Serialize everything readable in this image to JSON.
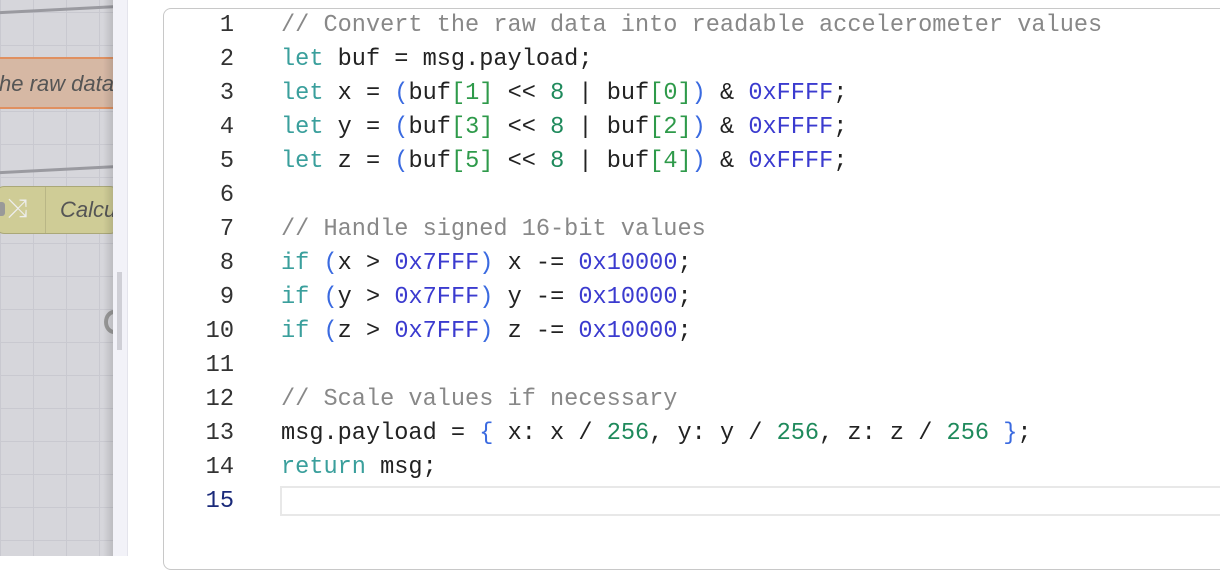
{
  "canvas": {
    "comment_node_label": "Convert the raw data",
    "function_node_label": "Calculate",
    "function_node_icon": "shuffle-icon"
  },
  "editor": {
    "active_line": 15,
    "lines": [
      {
        "num": "1",
        "tokens": [
          {
            "t": "// Convert the raw data into readable accelerometer values",
            "c": "cm"
          }
        ]
      },
      {
        "num": "2",
        "tokens": [
          {
            "t": "let",
            "c": "kw"
          },
          {
            "t": " buf = msg.payload;",
            "c": ""
          }
        ]
      },
      {
        "num": "3",
        "tokens": [
          {
            "t": "let",
            "c": "kw"
          },
          {
            "t": " x = ",
            "c": ""
          },
          {
            "t": "(",
            "c": "br"
          },
          {
            "t": "buf",
            "c": ""
          },
          {
            "t": "[1]",
            "c": "idx"
          },
          {
            "t": " << ",
            "c": ""
          },
          {
            "t": "8",
            "c": "num"
          },
          {
            "t": " | buf",
            "c": ""
          },
          {
            "t": "[0]",
            "c": "idx"
          },
          {
            "t": ")",
            "c": "br"
          },
          {
            "t": " & ",
            "c": ""
          },
          {
            "t": "0xFFFF",
            "c": "hex"
          },
          {
            "t": ";",
            "c": ""
          }
        ]
      },
      {
        "num": "4",
        "tokens": [
          {
            "t": "let",
            "c": "kw"
          },
          {
            "t": " y = ",
            "c": ""
          },
          {
            "t": "(",
            "c": "br"
          },
          {
            "t": "buf",
            "c": ""
          },
          {
            "t": "[3]",
            "c": "idx"
          },
          {
            "t": " << ",
            "c": ""
          },
          {
            "t": "8",
            "c": "num"
          },
          {
            "t": " | buf",
            "c": ""
          },
          {
            "t": "[2]",
            "c": "idx"
          },
          {
            "t": ")",
            "c": "br"
          },
          {
            "t": " & ",
            "c": ""
          },
          {
            "t": "0xFFFF",
            "c": "hex"
          },
          {
            "t": ";",
            "c": ""
          }
        ]
      },
      {
        "num": "5",
        "tokens": [
          {
            "t": "let",
            "c": "kw"
          },
          {
            "t": " z = ",
            "c": ""
          },
          {
            "t": "(",
            "c": "br"
          },
          {
            "t": "buf",
            "c": ""
          },
          {
            "t": "[5]",
            "c": "idx"
          },
          {
            "t": " << ",
            "c": ""
          },
          {
            "t": "8",
            "c": "num"
          },
          {
            "t": " | buf",
            "c": ""
          },
          {
            "t": "[4]",
            "c": "idx"
          },
          {
            "t": ")",
            "c": "br"
          },
          {
            "t": " & ",
            "c": ""
          },
          {
            "t": "0xFFFF",
            "c": "hex"
          },
          {
            "t": ";",
            "c": ""
          }
        ]
      },
      {
        "num": "6",
        "tokens": []
      },
      {
        "num": "7",
        "tokens": [
          {
            "t": "// Handle signed 16-bit values",
            "c": "cm"
          }
        ]
      },
      {
        "num": "8",
        "tokens": [
          {
            "t": "if",
            "c": "kw"
          },
          {
            "t": " ",
            "c": ""
          },
          {
            "t": "(",
            "c": "br"
          },
          {
            "t": "x > ",
            "c": ""
          },
          {
            "t": "0x7FFF",
            "c": "hex"
          },
          {
            "t": ")",
            "c": "br"
          },
          {
            "t": " x -= ",
            "c": ""
          },
          {
            "t": "0x10000",
            "c": "hex"
          },
          {
            "t": ";",
            "c": ""
          }
        ]
      },
      {
        "num": "9",
        "tokens": [
          {
            "t": "if",
            "c": "kw"
          },
          {
            "t": " ",
            "c": ""
          },
          {
            "t": "(",
            "c": "br"
          },
          {
            "t": "y > ",
            "c": ""
          },
          {
            "t": "0x7FFF",
            "c": "hex"
          },
          {
            "t": ")",
            "c": "br"
          },
          {
            "t": " y -= ",
            "c": ""
          },
          {
            "t": "0x10000",
            "c": "hex"
          },
          {
            "t": ";",
            "c": ""
          }
        ]
      },
      {
        "num": "10",
        "tokens": [
          {
            "t": "if",
            "c": "kw"
          },
          {
            "t": " ",
            "c": ""
          },
          {
            "t": "(",
            "c": "br"
          },
          {
            "t": "z > ",
            "c": ""
          },
          {
            "t": "0x7FFF",
            "c": "hex"
          },
          {
            "t": ")",
            "c": "br"
          },
          {
            "t": " z -= ",
            "c": ""
          },
          {
            "t": "0x10000",
            "c": "hex"
          },
          {
            "t": ";",
            "c": ""
          }
        ]
      },
      {
        "num": "11",
        "tokens": []
      },
      {
        "num": "12",
        "tokens": [
          {
            "t": "// Scale values if necessary",
            "c": "cm"
          }
        ]
      },
      {
        "num": "13",
        "tokens": [
          {
            "t": "msg.payload = ",
            "c": ""
          },
          {
            "t": "{",
            "c": "br"
          },
          {
            "t": " x: x / ",
            "c": ""
          },
          {
            "t": "256",
            "c": "num"
          },
          {
            "t": ", y: y / ",
            "c": ""
          },
          {
            "t": "256",
            "c": "num"
          },
          {
            "t": ", z: z / ",
            "c": ""
          },
          {
            "t": "256",
            "c": "num"
          },
          {
            "t": " ",
            "c": ""
          },
          {
            "t": "}",
            "c": "br"
          },
          {
            "t": ";",
            "c": ""
          }
        ]
      },
      {
        "num": "14",
        "tokens": [
          {
            "t": "return",
            "c": "kw"
          },
          {
            "t": " msg;",
            "c": ""
          }
        ]
      },
      {
        "num": "15",
        "tokens": []
      }
    ]
  }
}
